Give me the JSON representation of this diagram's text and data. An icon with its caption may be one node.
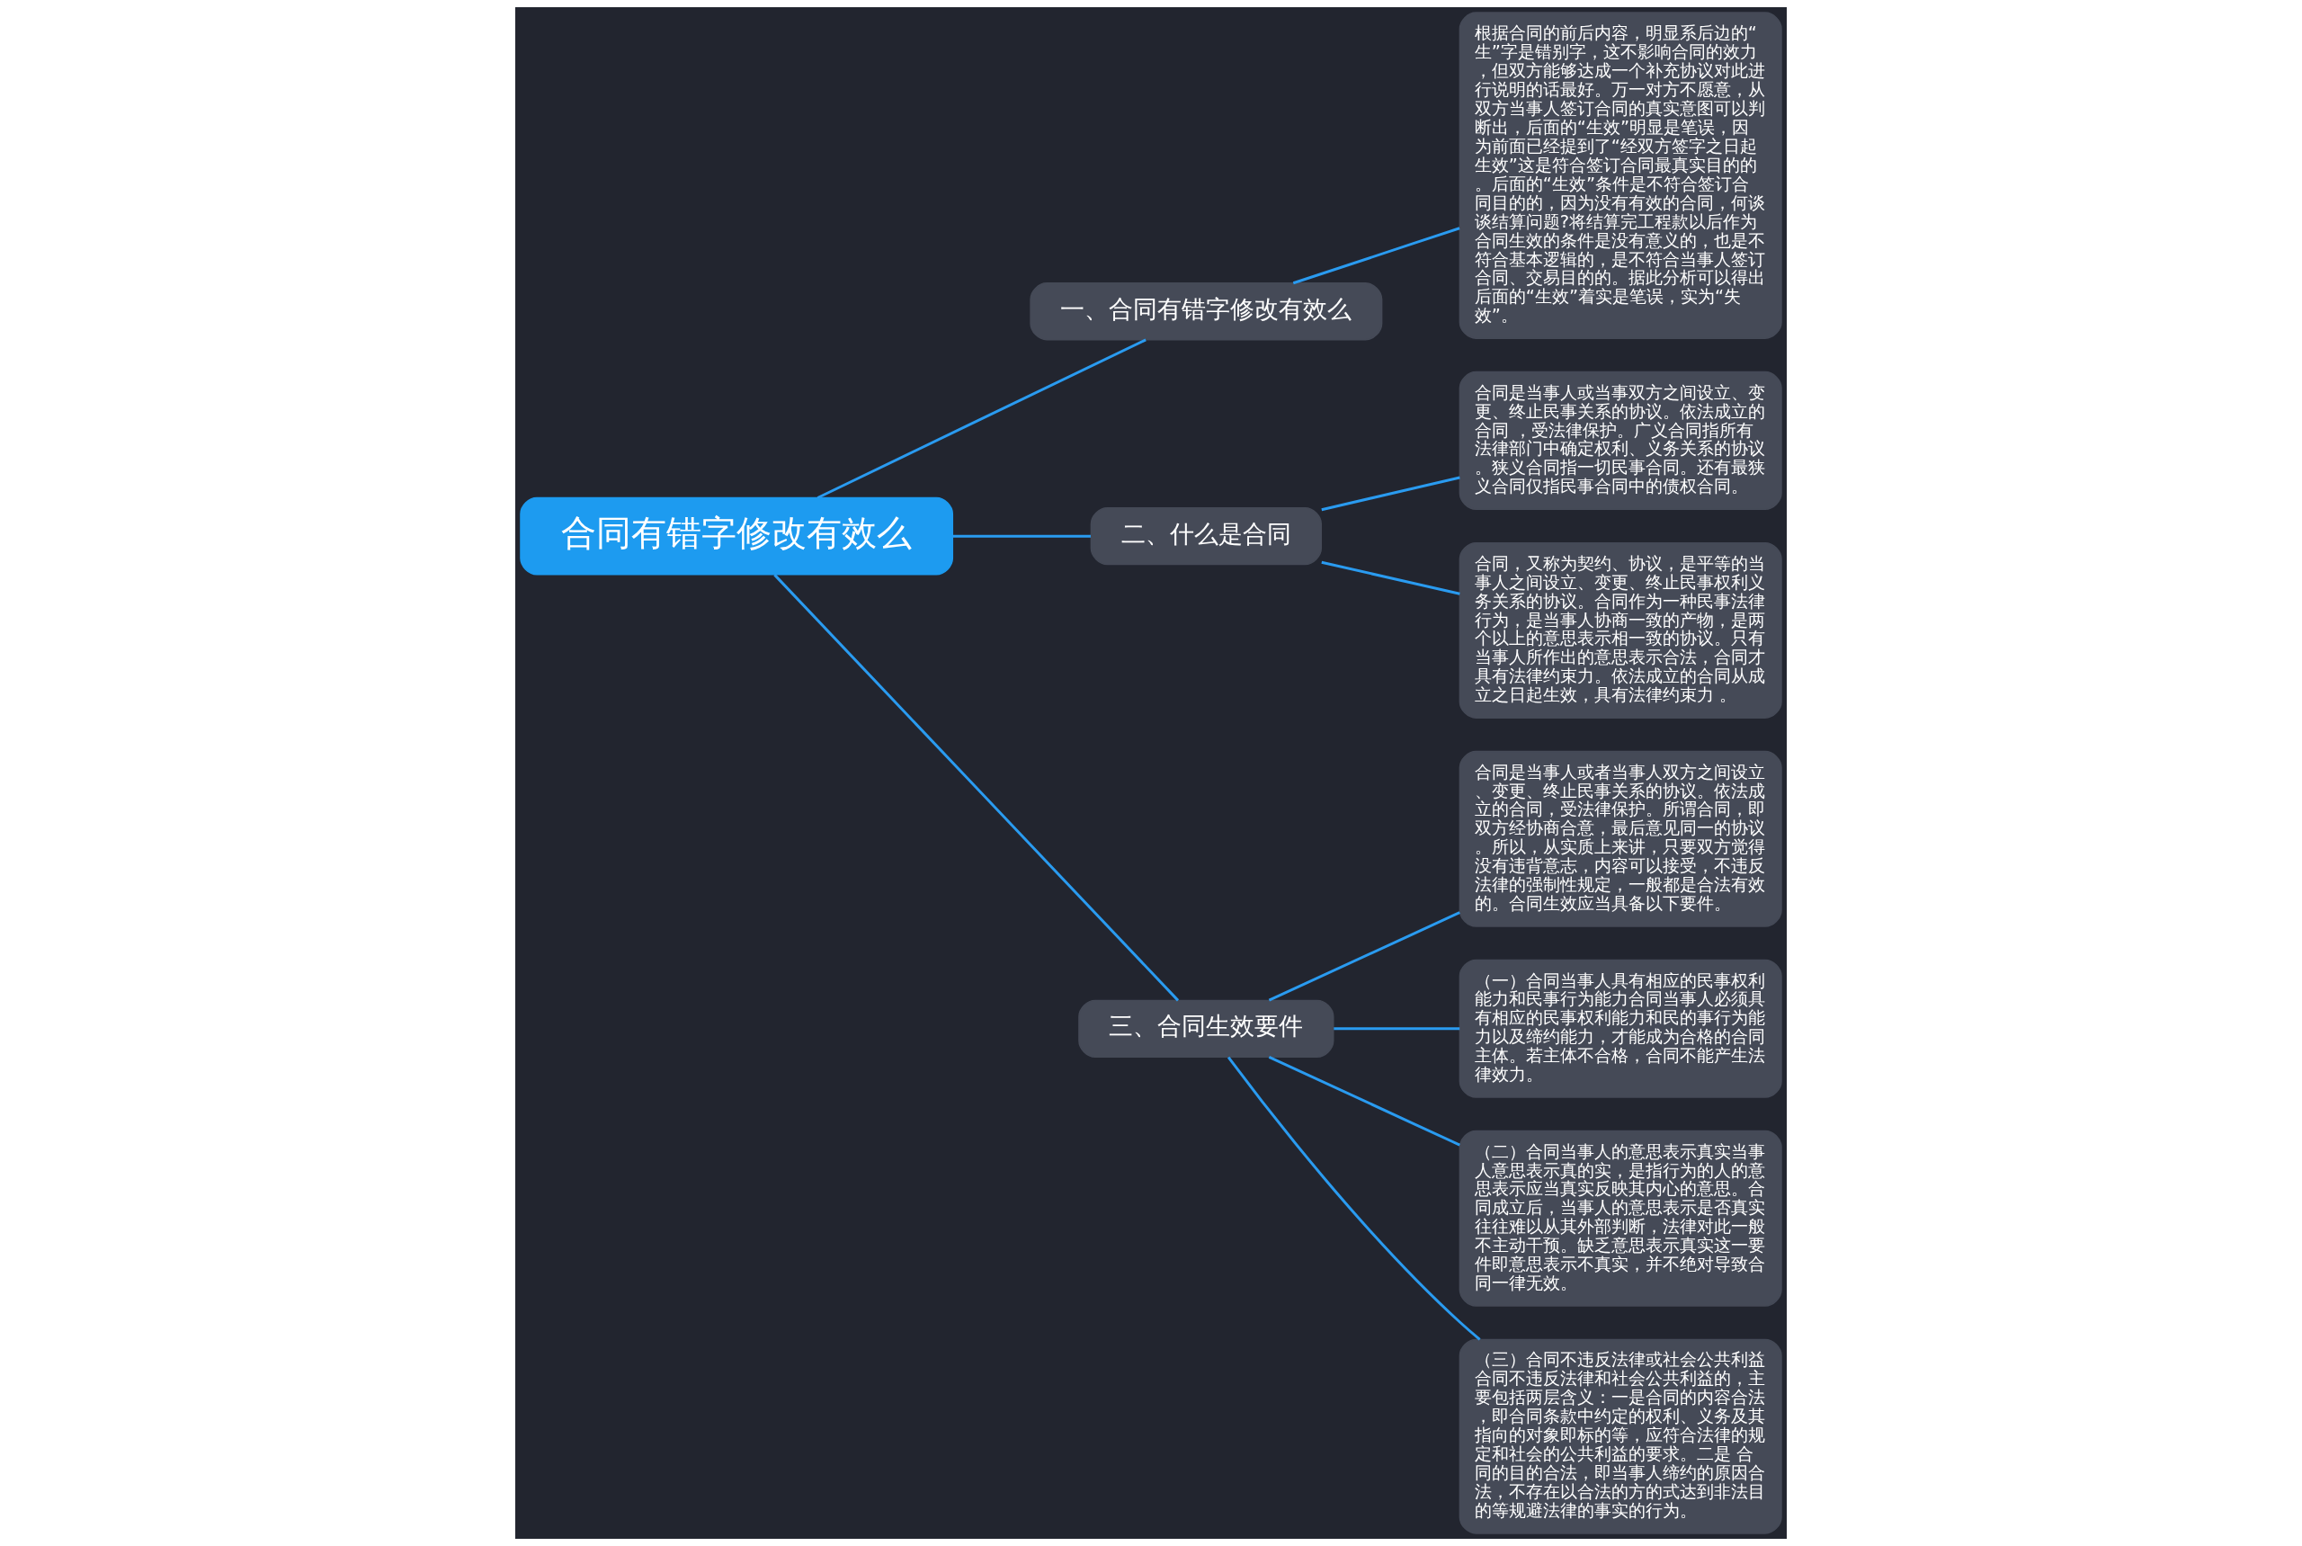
{
  "diagram": {
    "nodes": [
      {
        "text": [
          "合同有错字修改有效么"
        ]
      },
      {
        "text": [
          "一、合同有错字修改有效么"
        ]
      },
      {
        "text": [
          "根据合同的前后内容，明显系后边的“生”字是错别字，这不影响合同的效力，但双方能够达成一个补充协议对此进行说明的话最好。万一对方不愿意，从双方当事人签订合同的真实意图可以判断出，后面的“生效”明显是笔误，因为前面已经提到了“经双方签字之日起生效”这是符合签订合同最真实目的的。后面的“生效”条件是不符合签订合同目的的，因为没有有效的合同，何谈谈结算问题?将结算完工程款以后作为合同生效的条件是没有意义的，也是不符合基本逻辑的，是不符合当事人签订合同、交易目的的。据此分析可以得出后面的“生效”着实是笔误，实为“失效”。"
        ]
      },
      {
        "text": [
          "二、什么是合同"
        ]
      },
      {
        "text": [
          "合同是当事人或当事双方之间设立、变更、终止民事关系的协议。依法成立的合同 ，受法律保护。广义合同指所有法律部门中确定权利、义务关系的协议。狭义合同指一切民事合同。还有最狭义合同仅指民事合同中的债权合同。"
        ]
      },
      {
        "text": [
          "合同，又称为契约、协议，是平等的当事人之间设立、变更、终止民事权利义务关系的协议。合同作为一种民事法律行为，是当事人协商一致的产物，是两个以上的意思表示相一致的协议。只有当事人所作出的意思表示合法，合同才具有法律约束力。依法成立的合同从成立之日起生效，具有法律约束力 。"
        ]
      },
      {
        "text": [
          "三、合同生效要件"
        ]
      },
      {
        "text": [
          "合同是当事人或者当事人双方之间设立、变更、终止民事关系的协议。依法成立的合同，受法律保护。所谓合同，即双方经协商合意，最后意见同一的协议。所以，从实质上来讲，只要双方觉得没有违背意志，内容可以接受，不违反法律的强制性规定，一般都是合法有效的。合同生效应当具备以下要件。"
        ]
      },
      {
        "text": [
          "（一）合同当事人具有相应的民事权利能力和民事行为能力合同当事人必须具有相应的民事权利能力和民的事行为能力以及缔约能力，才能成为合格的合同主体。若主体不合格，合同不能产生法律效力。"
        ]
      },
      {
        "text": [
          "（二）合同当事人的意思表示真实当事人意思表示真的实，是指行为的人的意思表示应当真实反映其内心的意思。合同成立后，当事人的意思表示是否真实往往难以从其外部判断，法律对此一般不主动干预。缺乏意思表示真实这一要件即意思表示不真实，并不绝对导致合同一律无效。"
        ]
      },
      {
        "text": [
          "（三）合同不违反法律或社会公共利益合同不违反法律和社会公共利益的，主要包括两层含义：一是合同的内容合法，即合同条款中约定的权利、义务及其指向的对象即标的等，应符合法律的规定和社会的公共利益的要求。二是 合同的目的合法，即当事人缔约的原因合法，不存在以合法的方的式达到非法目的等规避法律的事实的行为。"
        ]
      }
    ],
    "edges": [
      {
        "from": 0,
        "to": 1,
        "arrow": "none"
      },
      {
        "from": 1,
        "to": 2,
        "arrow": "none"
      },
      {
        "from": 0,
        "to": 3,
        "arrow": "none"
      },
      {
        "from": 3,
        "to": 4,
        "arrow": "none"
      },
      {
        "from": 3,
        "to": 5,
        "arrow": "none"
      },
      {
        "from": 0,
        "to": 6,
        "arrow": "none"
      },
      {
        "from": 6,
        "to": 7,
        "arrow": "none"
      },
      {
        "from": 6,
        "to": 8,
        "arrow": "none"
      },
      {
        "from": 6,
        "to": 9,
        "arrow": "none"
      },
      {
        "from": 6,
        "to": 10,
        "arrow": "none"
      }
    ]
  }
}
